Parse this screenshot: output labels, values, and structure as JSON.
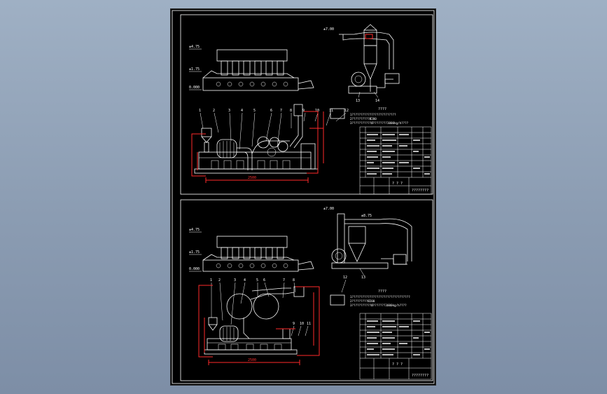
{
  "sheet": {
    "upper": {
      "elev_labels": [
        "±4.75",
        "±1.75",
        "0.000"
      ],
      "part_numbers": [
        "1",
        "2",
        "3",
        "4",
        "5",
        "6",
        "7",
        "8",
        "9",
        "10",
        "11",
        "12",
        "13",
        "14"
      ],
      "notes_title": "????",
      "notes": [
        "1?????????????????????????",
        "2??????????Ø200",
        "3???????????Ø????????3000kg/h????"
      ],
      "title_block": "????????"
    },
    "lower": {
      "elev_labels": [
        "±4.75",
        "±1.75",
        "0.000"
      ],
      "part_numbers": [
        "1",
        "2",
        "3",
        "4",
        "5",
        "6",
        "7",
        "8",
        "9",
        "10",
        "11",
        "12",
        "13"
      ],
      "notes_title": "????",
      "notes": [
        "1?????????????????????????????????",
        "2?????????Ø200",
        "3???????????Ø???????3000kg/h????"
      ],
      "title_block": "????????"
    }
  },
  "colors": {
    "background": "#000000",
    "line": "#ffffff",
    "dimension": "#ff2a2a",
    "workspace": "#9fb0c4"
  }
}
